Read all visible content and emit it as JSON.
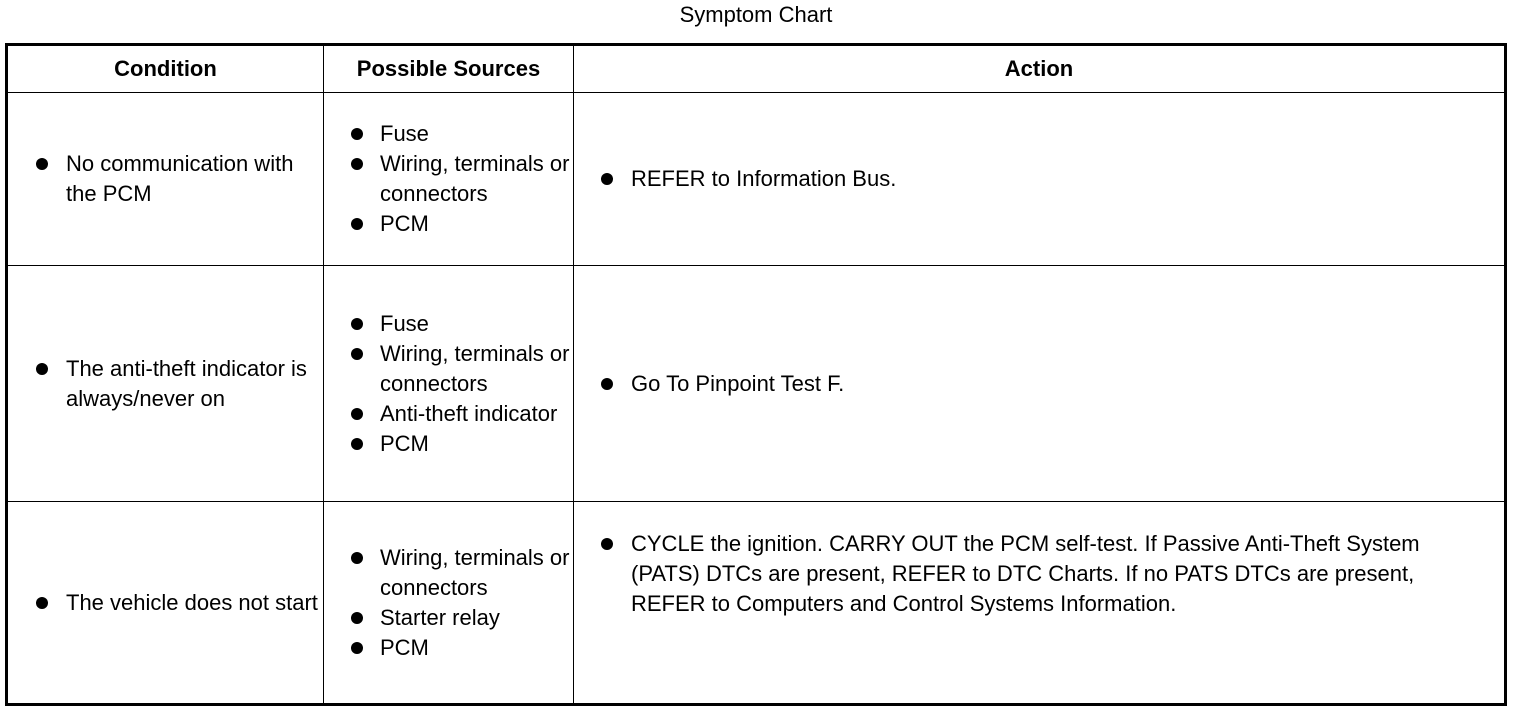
{
  "title": "Symptom Chart",
  "headers": {
    "condition": "Condition",
    "sources": "Possible Sources",
    "action": "Action"
  },
  "rows": [
    {
      "condition": "No communication with the PCM",
      "sources": [
        "Fuse",
        "Wiring, terminals or connectors",
        "PCM"
      ],
      "action": "REFER to Information Bus."
    },
    {
      "condition": "The anti-theft indicator is always/never on",
      "sources": [
        "Fuse",
        "Wiring, terminals or connectors",
        "Anti-theft indicator",
        "PCM"
      ],
      "action": "Go To Pinpoint Test F."
    },
    {
      "condition": "The vehicle does not start",
      "sources": [
        "Wiring, terminals or connectors",
        "Starter relay",
        "PCM"
      ],
      "action": "CYCLE the ignition. CARRY OUT the PCM self-test. If Passive Anti-Theft System (PATS) DTCs are present, REFER to DTC Charts. If no PATS DTCs are present, REFER to Computers and Control Systems Information."
    }
  ]
}
